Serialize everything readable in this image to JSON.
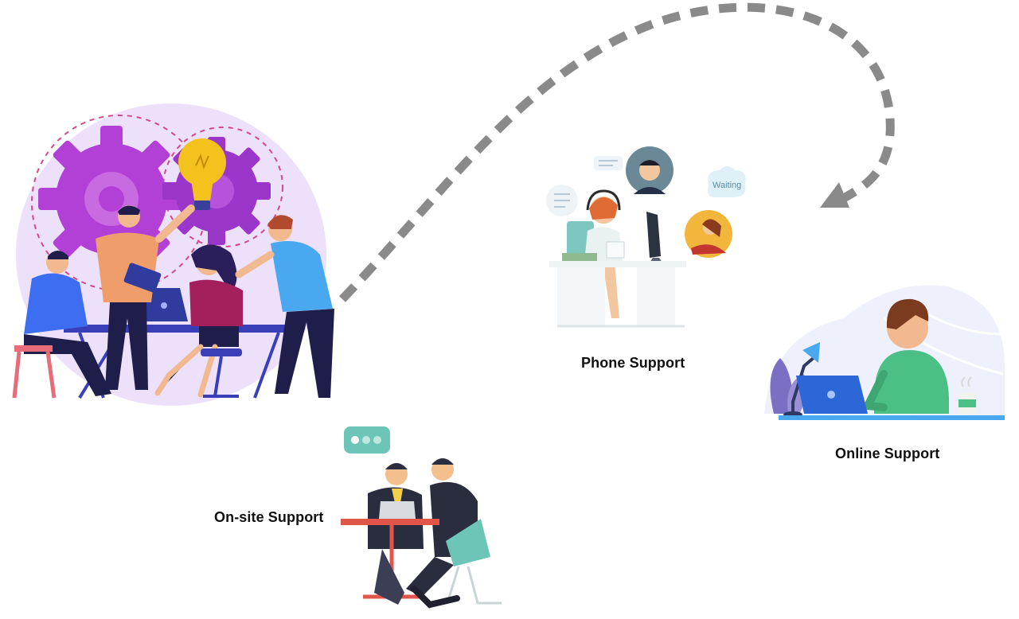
{
  "labels": {
    "phone_support": "Phone Support",
    "online_support": "Online Support",
    "onsite_support": "On-site Support",
    "waiting_bubble": "Waiting"
  },
  "colors": {
    "path": "#8a8a8a",
    "blob": "#ece0fb",
    "gear": "#b23fd6",
    "bulb": "#f4c21c",
    "desk": "#3a3fb8",
    "support_green": "#4bbf86",
    "chair_teal": "#6cc5b6",
    "table_red": "#e0564a"
  }
}
